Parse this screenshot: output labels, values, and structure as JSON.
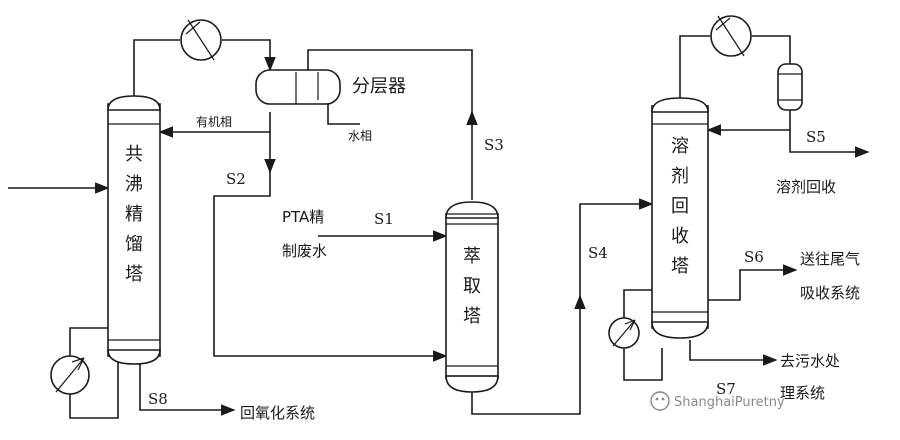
{
  "units": {
    "azeotropic_column": "共沸精馏塔",
    "decanter": "分层器",
    "extraction_column": "萃取塔",
    "solvent_recovery_column": "溶剂回收塔"
  },
  "streams": {
    "s1": "S1",
    "s2": "S2",
    "s3": "S3",
    "s4": "S4",
    "s5": "S5",
    "s6": "S6",
    "s7": "S7",
    "s8": "S8"
  },
  "phases": {
    "organic": "有机相",
    "aqueous": "水相"
  },
  "feeds": {
    "pta_line1": "PTA精",
    "pta_line2": "制废水"
  },
  "destinations": {
    "solvent_recovery": "溶剂回收",
    "tail_gas_line1": "送往尾气",
    "tail_gas_line2": "吸收系统",
    "wastewater_line1": "去污水处",
    "wastewater_line2": "理系统",
    "reoxidation": "回氧化系统"
  },
  "watermark": "ShanghaiPuretny"
}
